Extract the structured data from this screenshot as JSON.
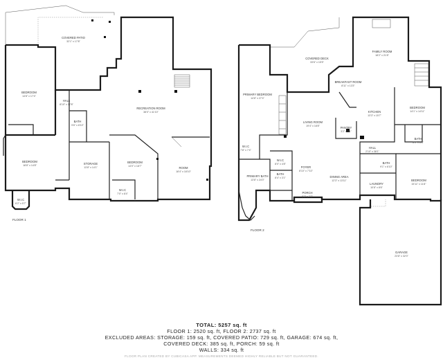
{
  "floor1": {
    "caption": "FLOOR 1",
    "rooms": {
      "covered_patio": {
        "name": "COVERED PATIO",
        "dims": "32'1\" x 17'8\""
      },
      "bedroom_nw": {
        "name": "BEDROOM",
        "dims": "14'8\" x 17'4\""
      },
      "hall": {
        "name": "HALL",
        "dims": "8'10\" x 27'8\""
      },
      "recreation": {
        "name": "RECREATION ROOM",
        "dims": "38'0\" x 41'10\""
      },
      "bath": {
        "name": "BATH",
        "dims": "9'6\" x 8'10\""
      },
      "bedroom_sw": {
        "name": "BEDROOM",
        "dims": "18'8\" x 14'8\""
      },
      "storage": {
        "name": "STORAGE",
        "dims": "13'8\" x 14'1\""
      },
      "bedroom_mid": {
        "name": "BEDROOM",
        "dims": "14'0\" x 18'7\""
      },
      "room": {
        "name": "ROOM",
        "dims": "18'4\" x 18'10\""
      },
      "wic_small": {
        "name": "W.I.C",
        "dims": "7'0\" x 8'4\""
      },
      "wic_left": {
        "name": "W.I.C",
        "dims": "6'2\" x 5'7\""
      }
    }
  },
  "floor2": {
    "caption": "FLOOR 2",
    "rooms": {
      "covered_deck": {
        "name": "COVERED DECK",
        "dims": "33'6\" x 15'5\""
      },
      "family_room": {
        "name": "FAMILY ROOM",
        "dims": "18'2\" x 21'8\""
      },
      "primary_bedroom": {
        "name": "PRIMARY BEDROOM",
        "dims": "14'8\" x 27'4\""
      },
      "breakfast": {
        "name": "BREAKFAST ROOM",
        "dims": "8'11\" x 13'3\""
      },
      "bedroom_ne": {
        "name": "BEDROOM",
        "dims": "14'1\" x 14'11\""
      },
      "kitchen": {
        "name": "KITCHEN",
        "dims": "13'3\" x 15'7\""
      },
      "living": {
        "name": "LIVING ROOM",
        "dims": "19'4\" x 18'8\""
      },
      "pantry": {
        "name": "PANTRY",
        "dims": "3'2\" x 5'1\""
      },
      "wic_a": {
        "name": "W.I.C",
        "dims": "7'8\" x 7'4\""
      },
      "wic_b": {
        "name": "W.I.C",
        "dims": "8'0\" x 4'8\""
      },
      "bath_ne": {
        "name": "BATH",
        "dims": "8'0\" x 6'8\""
      },
      "hall": {
        "name": "HALL",
        "dims": "2'10\" x 38'1\""
      },
      "bath_mid": {
        "name": "BATH",
        "dims": "9'1\" x 6'10\""
      },
      "primary_bath": {
        "name": "PRIMARY BATH",
        "dims": "13'8\" x 24'0\""
      },
      "bath_small": {
        "name": "BATH",
        "dims": "8'4\" x 3'1\""
      },
      "foyer": {
        "name": "FOYER",
        "dims": "8'10\" x 7'10\""
      },
      "dining": {
        "name": "DINING AREA",
        "dims": "12'3\" x 13'11\""
      },
      "laundry": {
        "name": "LAUNDRY",
        "dims": "10'8\" x 8'6\""
      },
      "bedroom_se": {
        "name": "BEDROOM",
        "dims": "15'11\" x 11'8\""
      },
      "porch": {
        "name": "PORCH",
        "dims": "8'3\" x 7'3\""
      },
      "garage": {
        "name": "GARAGE",
        "dims": "23'8\" x 32'0\""
      }
    }
  },
  "totals": {
    "total": "TOTAL: 5257 sq. ft",
    "floors": "FLOOR 1: 2520 sq. ft, FLOOR 2: 2737 sq. ft",
    "excluded1": "EXCLUDED AREAS: STORAGE: 159 sq. ft, COVERED PATIO: 729 sq. ft, GARAGE: 674 sq. ft,",
    "excluded2": "COVERED DECK: 385 sq. ft, PORCH: 59 sq. ft",
    "walls": "WALLS: 334 sq. ft"
  },
  "disclaimer": "FLOOR PLAN CREATED BY CUBICASA APP. MEASUREMENTS DEEMED HIGHLY RELIABLE BUT NOT GUARANTEED."
}
